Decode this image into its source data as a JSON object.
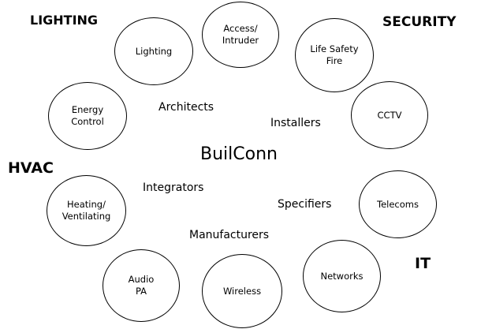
{
  "categories": {
    "lighting": "LIGHTING",
    "security": "SECURITY",
    "hvac": "HVAC",
    "it": "IT"
  },
  "center_label": "BuilConn",
  "roles": {
    "architects": "Architects",
    "installers": "Installers",
    "integrators": "Integrators",
    "specifiers": "Specifiers",
    "manufacturers": "Manufacturers"
  },
  "nodes": {
    "lighting": [
      "Lighting"
    ],
    "access_intruder": [
      "Access/",
      "Intruder"
    ],
    "life_safety_fire": [
      "Life Safety",
      "Fire"
    ],
    "cctv": [
      "CCTV"
    ],
    "telecoms": [
      "Telecoms"
    ],
    "networks": [
      "Networks"
    ],
    "wireless": [
      "Wireless"
    ],
    "audio_pa": [
      "Audio",
      "PA"
    ],
    "heating_ventilating": [
      "Heating/",
      "Ventilating"
    ],
    "energy_control": [
      "Energy",
      "Control"
    ]
  }
}
